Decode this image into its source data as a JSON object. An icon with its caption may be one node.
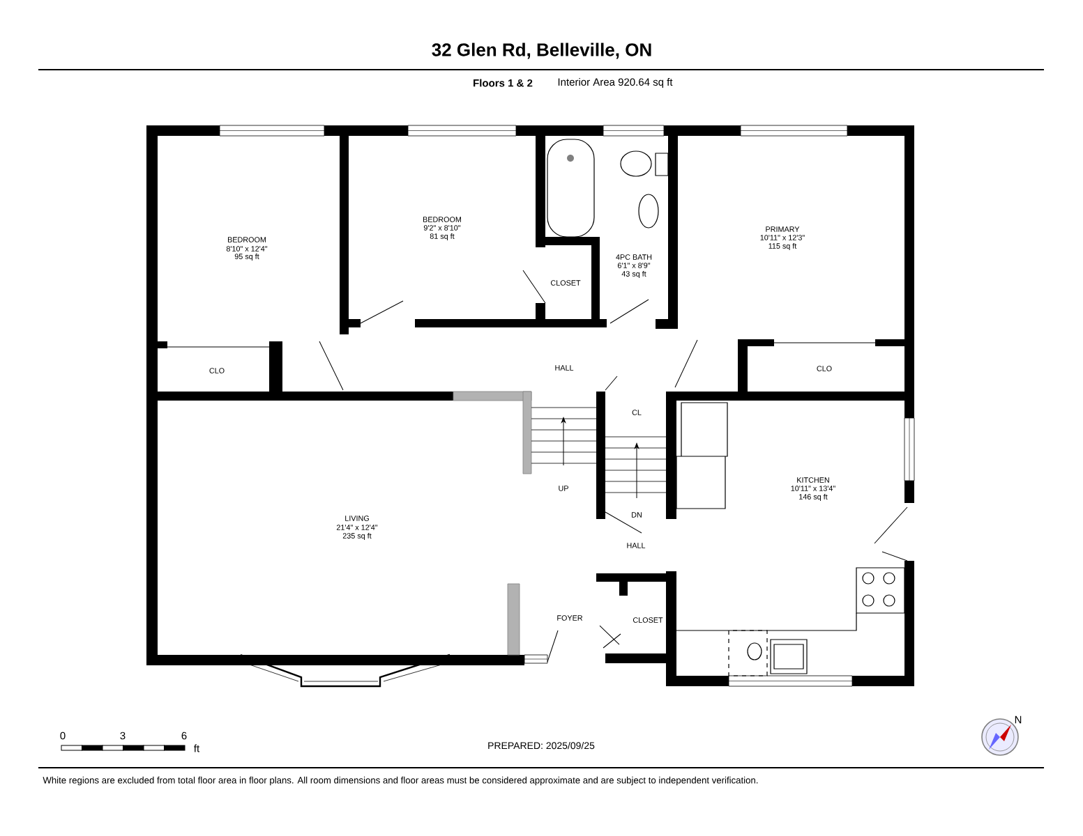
{
  "diagram": {
    "title": "32 Glen Rd, Belleville, ON",
    "caption": "White regions are excluded from total floor area in floor plans. All room dimensions and floor areas must be considered approximate and are subject to independent verification.",
    "labels": [
      "Floors 1 & 2",
      "Interior Area 920.64 sq ft",
      "BEDROOM",
      "9'2\" x 8'10\"",
      "81 sq ft",
      "PRIMARY",
      "10'11\" x 12'3\"",
      "115 sq ft",
      "BEDROOM",
      "8'10\" x 12'4\"",
      "95 sq ft",
      "4PC BATH",
      "6'1\" x 8'9\"",
      "43 sq ft",
      "CLOSET",
      "HALL",
      "CLO",
      "CLO",
      "CL",
      "KITCHEN",
      "10'11\" x 13'4\"",
      "146 sq ft",
      "UP",
      "DN",
      "LIVING",
      "21'4\" x 12'4\"",
      "235 sq ft",
      "HALL",
      "FOYER",
      "CLOSET",
      "0",
      "3",
      "6",
      "ft",
      "PREPARED: 2025/09/25",
      "N"
    ]
  }
}
